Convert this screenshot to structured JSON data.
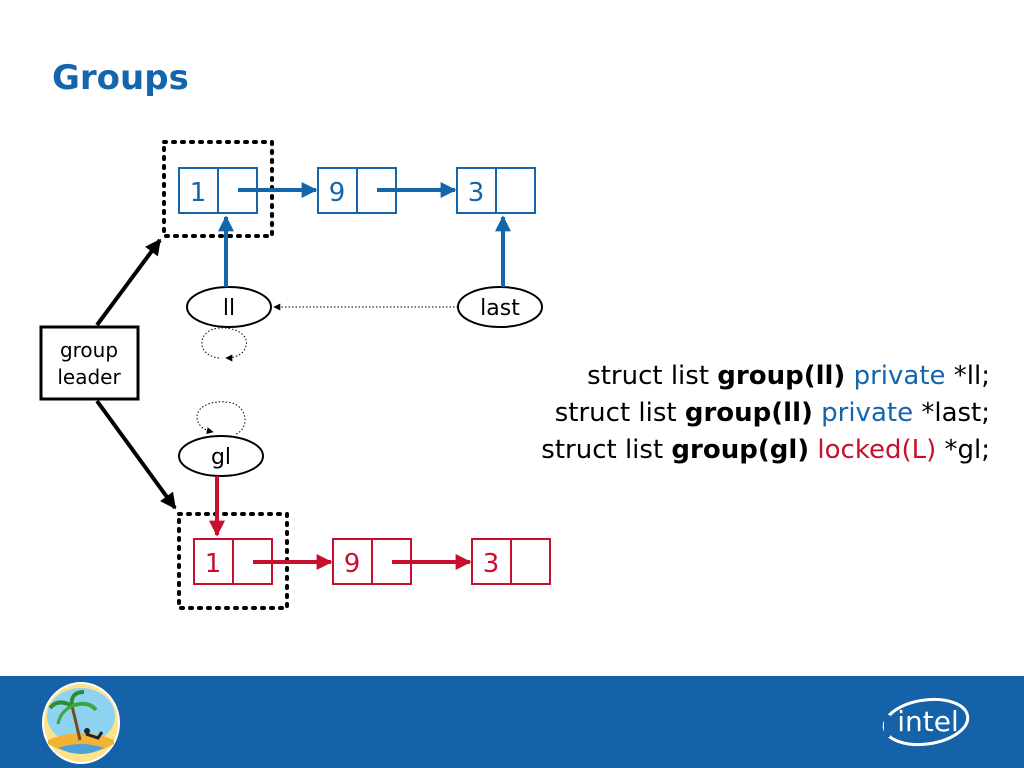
{
  "title": "Groups",
  "colors": {
    "blue": "#1565ac",
    "red": "#c8102e",
    "footer": "#1662a8"
  },
  "top_list": [
    "1",
    "9",
    "3"
  ],
  "bottom_list": [
    "1",
    "9",
    "3"
  ],
  "nodes": {
    "ll": "ll",
    "last": "last",
    "gl": "gl"
  },
  "group_leader": [
    "group",
    "leader"
  ],
  "code_lines": [
    {
      "prefix": "struct list ",
      "keyword": "group(ll)",
      "annotation": "private",
      "suffix": " *ll;"
    },
    {
      "prefix": "struct list ",
      "keyword": "group(ll)",
      "annotation": "private",
      "suffix": " *last;"
    },
    {
      "prefix": "struct list ",
      "keyword": "group(gl)",
      "annotation": "locked(L)",
      "suffix": " *gl;"
    }
  ],
  "footer": {
    "left_logo_icon": "island-palm-tree-logo-icon",
    "right_logo_icon": "intel-logo-icon",
    "intel_logo_text": "intel"
  }
}
